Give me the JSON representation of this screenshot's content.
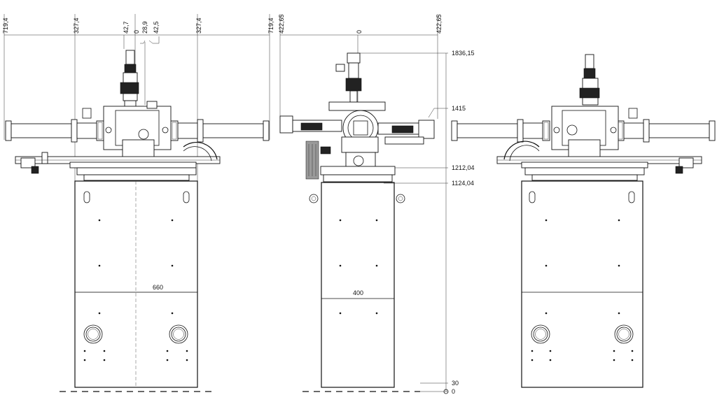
{
  "front_view": {
    "dims_top": [
      "719,4",
      "327,4",
      "42,7",
      "0",
      "28,9",
      "42,5",
      "327,4",
      "719,4"
    ],
    "width_label": "660"
  },
  "side_view": {
    "dims_top": [
      "422,65",
      "0",
      "422,65"
    ],
    "width_label": "400",
    "heights": [
      "1836,15",
      "1415",
      "1212,04",
      "1124,04",
      "30",
      "0"
    ]
  }
}
